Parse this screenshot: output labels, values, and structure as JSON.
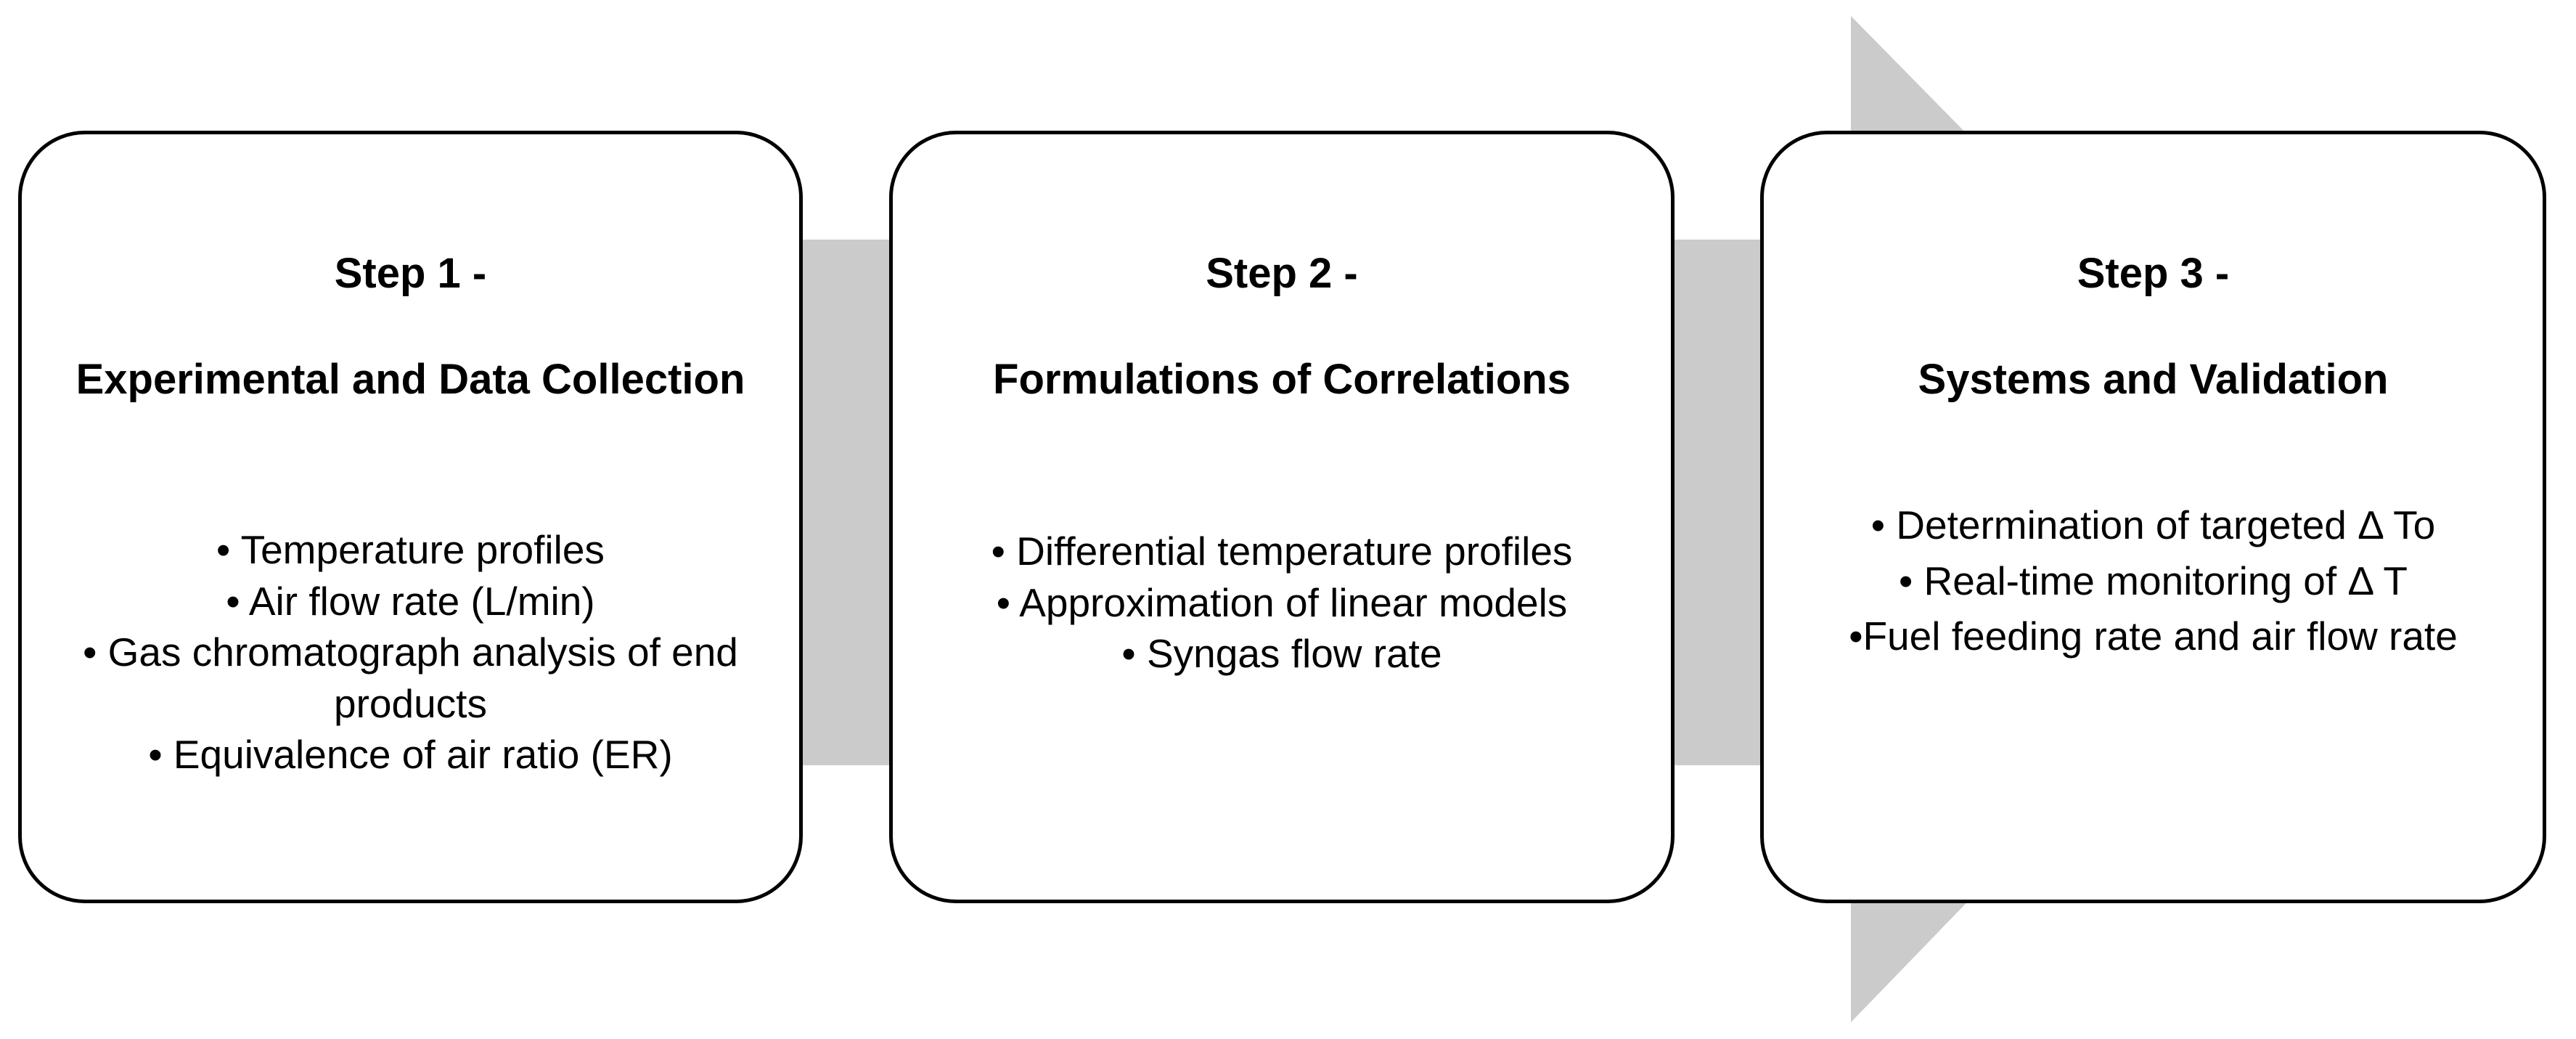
{
  "diagram": {
    "title": "Three-step methodology flow diagram",
    "colors": {
      "box_border": "#000000",
      "box_fill": "#ffffff",
      "connector_gray": "#cbcbcb",
      "text": "#000000",
      "background": "#ffffff"
    },
    "steps": [
      {
        "id": "step-1",
        "title_line1": "Step 1 -",
        "title_line2": "Experimental and Data Collection",
        "bullets": [
          "• Temperature profiles",
          "• Air flow rate (L/min)",
          "• Gas chromatograph analysis of end products",
          "• Equivalence of air ratio (ER)"
        ]
      },
      {
        "id": "step-2",
        "title_line1": "Step 2 -",
        "title_line2": "Formulations of Correlations",
        "bullets": [
          "• Differential temperature profiles",
          "• Approximation of linear models",
          "• Syngas flow rate"
        ]
      },
      {
        "id": "step-3",
        "title_line1": "Step 3 -",
        "title_line2": "Systems and Validation",
        "bullets": [
          "• Determination of targeted Δ To",
          "• Real-time monitoring of Δ T",
          "•Fuel feeding rate and air flow rate"
        ]
      }
    ],
    "connectors": [
      {
        "id": "connector-1-2",
        "from": "step-1",
        "to": "step-2",
        "shape": "rectangle"
      },
      {
        "id": "connector-2-3",
        "from": "step-2",
        "to": "step-3",
        "shape": "rectangle"
      },
      {
        "id": "outcome-arrow",
        "shape": "arrow",
        "points_to": "step-3"
      }
    ]
  }
}
